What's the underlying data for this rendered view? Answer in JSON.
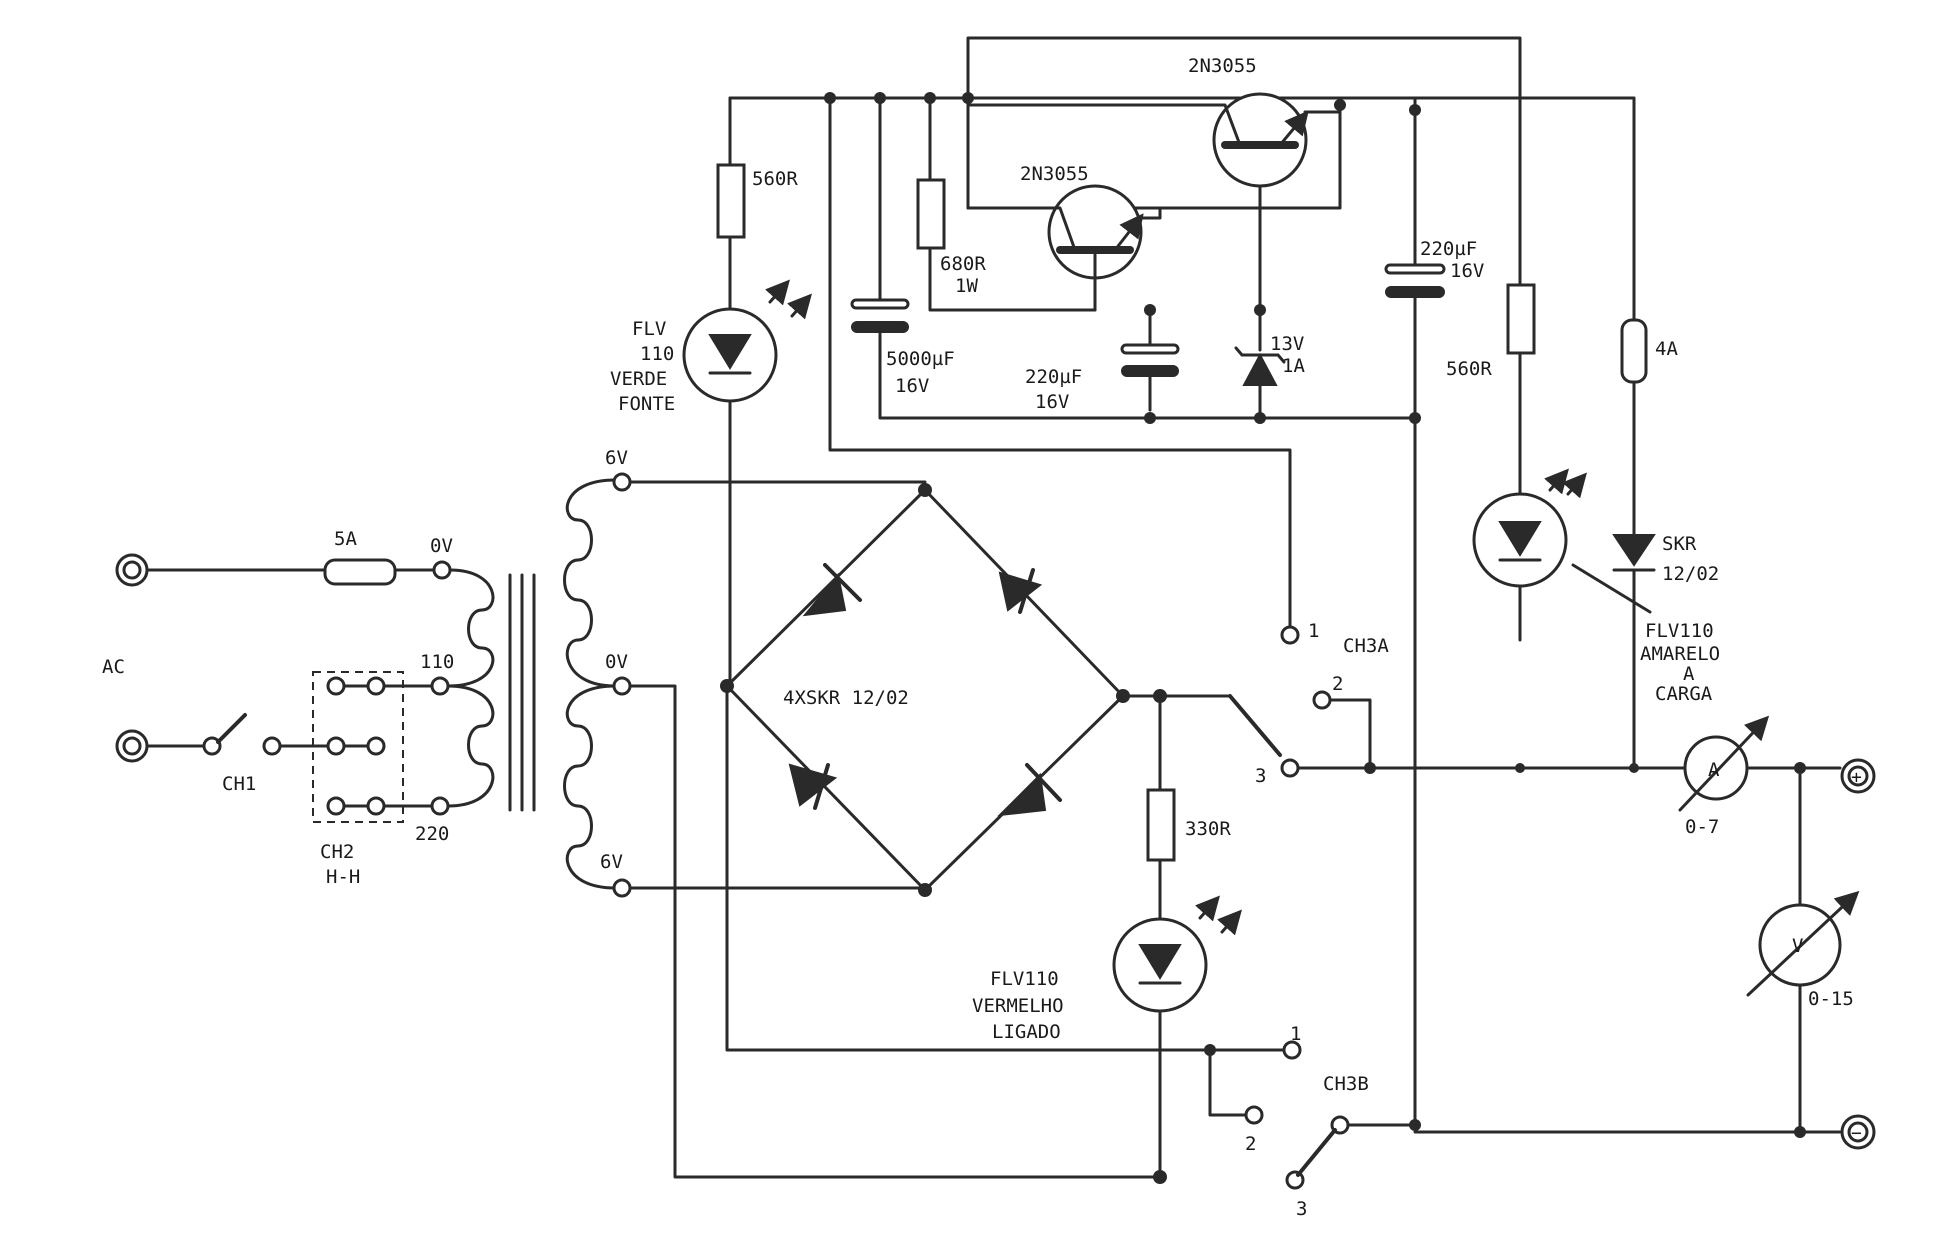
{
  "labels": {
    "ac": "AC",
    "fuse_main": "5A",
    "ch1": "CH1",
    "ch2": "CH2",
    "ch2_type": "H-H",
    "tap_0v_primary": "0V",
    "tap_110": "110",
    "tap_220": "220",
    "sec_top": "6V",
    "sec_mid": "0V",
    "sec_bot": "6V",
    "bridge": "4XSKR 12/02",
    "r_560_top": "560R",
    "led_green_1": "FLV",
    "led_green_2": "110",
    "led_green_3": "VERDE",
    "led_green_4": "FONTE",
    "r_680_1": "680R",
    "r_680_2": "1W",
    "c_5000_1": "5000µF",
    "c_5000_2": "16V",
    "q1": "2N3055",
    "q2": "2N3055",
    "c_220_mid_1": "220µF",
    "c_220_mid_2": "16V",
    "zener_1": "13V",
    "zener_2": "1A",
    "c_220_right_1": "220µF",
    "c_220_right_2": "16V",
    "r_560_right": "560R",
    "fuse_4a": "4A",
    "skr_1": "SKR",
    "skr_2": "12/02",
    "led_yellow_1": "FLV110",
    "led_yellow_2": "AMARELO",
    "led_yellow_3": "A",
    "led_yellow_4": "CARGA",
    "ch3a": "CH3A",
    "ch3a_1": "1",
    "ch3a_2": "2",
    "ch3a_3": "3",
    "r_330": "330R",
    "led_red_1": "FLV110",
    "led_red_2": "VERMELHO",
    "led_red_3": "LIGADO",
    "ch3b": "CH3B",
    "ch3b_1": "1",
    "ch3b_2": "2",
    "ch3b_3": "3",
    "ammeter": "A",
    "ammeter_range": "0-7",
    "voltmeter": "V",
    "voltmeter_range": "0-15",
    "out_plus": "+",
    "out_minus": "−"
  }
}
